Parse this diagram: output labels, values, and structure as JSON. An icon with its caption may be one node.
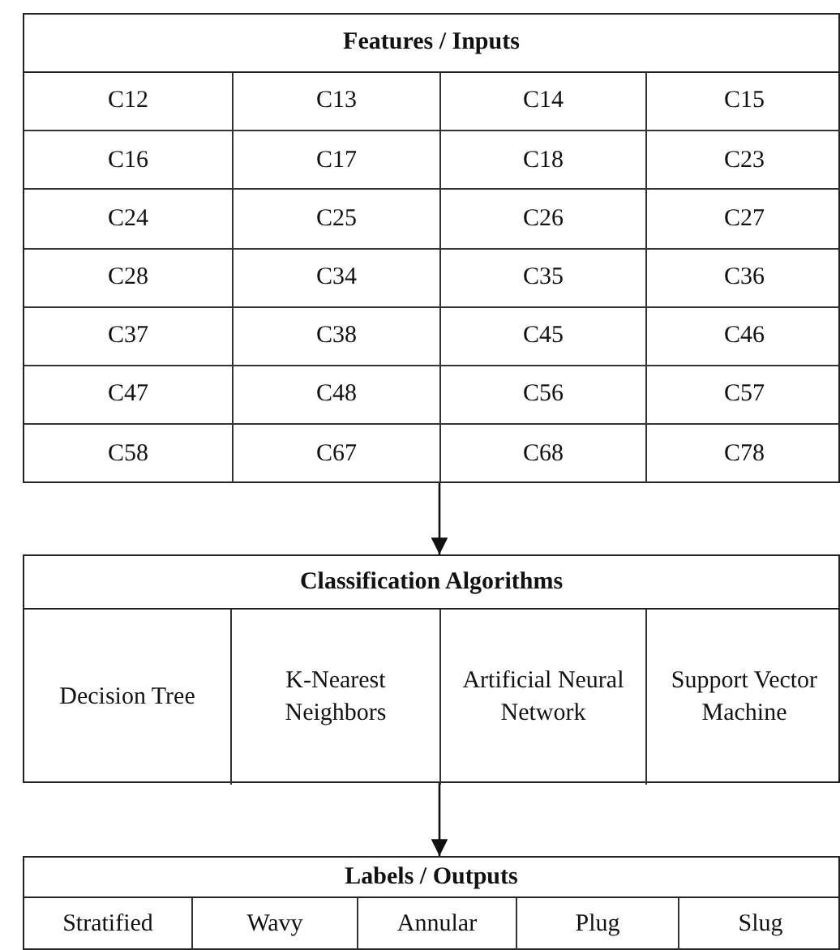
{
  "diagram": {
    "nodes": [
      {
        "text": [
          "Features / Inputs"
        ]
      },
      {
        "text": [
          "C12"
        ],
        "in": 0
      },
      {
        "text": [
          "C13"
        ],
        "in": 0
      },
      {
        "text": [
          "C14"
        ],
        "in": 0
      },
      {
        "text": [
          "C15"
        ],
        "in": 0
      },
      {
        "text": [
          "C16"
        ],
        "in": 0
      },
      {
        "text": [
          "C17"
        ],
        "in": 0
      },
      {
        "text": [
          "C18"
        ],
        "in": 0
      },
      {
        "text": [
          "C23"
        ],
        "in": 0
      },
      {
        "text": [
          "C24"
        ],
        "in": 0
      },
      {
        "text": [
          "C25"
        ],
        "in": 0
      },
      {
        "text": [
          "C26"
        ],
        "in": 0
      },
      {
        "text": [
          "C27"
        ],
        "in": 0
      },
      {
        "text": [
          "C28"
        ],
        "in": 0
      },
      {
        "text": [
          "C34"
        ],
        "in": 0
      },
      {
        "text": [
          "C35"
        ],
        "in": 0
      },
      {
        "text": [
          "C36"
        ],
        "in": 0
      },
      {
        "text": [
          "C37"
        ],
        "in": 0
      },
      {
        "text": [
          "C38"
        ],
        "in": 0
      },
      {
        "text": [
          "C45"
        ],
        "in": 0
      },
      {
        "text": [
          "C46"
        ],
        "in": 0
      },
      {
        "text": [
          "C47"
        ],
        "in": 0
      },
      {
        "text": [
          "C48"
        ],
        "in": 0
      },
      {
        "text": [
          "C56"
        ],
        "in": 0
      },
      {
        "text": [
          "C57"
        ],
        "in": 0
      },
      {
        "text": [
          "C58"
        ],
        "in": 0
      },
      {
        "text": [
          "C67"
        ],
        "in": 0
      },
      {
        "text": [
          "C68"
        ],
        "in": 0
      },
      {
        "text": [
          "C78"
        ],
        "in": 0
      },
      {
        "text": [
          "Classification Algorithms"
        ]
      },
      {
        "text": [
          "Decision Tree"
        ],
        "in": 29
      },
      {
        "text": [
          "K-Nearest Neighbors"
        ],
        "in": 29
      },
      {
        "text": [
          "Artificial Neural Network"
        ],
        "in": 29
      },
      {
        "text": [
          "Support Vector Machine"
        ],
        "in": 29
      },
      {
        "text": [
          "Labels / Outputs"
        ]
      },
      {
        "text": [
          "Stratified"
        ],
        "in": 34
      },
      {
        "text": [
          "Wavy"
        ],
        "in": 34
      },
      {
        "text": [
          "Annular"
        ],
        "in": 34
      },
      {
        "text": [
          "Plug"
        ],
        "in": 34
      },
      {
        "text": [
          "Slug"
        ],
        "in": 34
      }
    ],
    "edges": [
      {
        "from": 0,
        "to": 29,
        "arrow": "to"
      },
      {
        "from": 29,
        "to": 34,
        "arrow": "to"
      }
    ]
  }
}
